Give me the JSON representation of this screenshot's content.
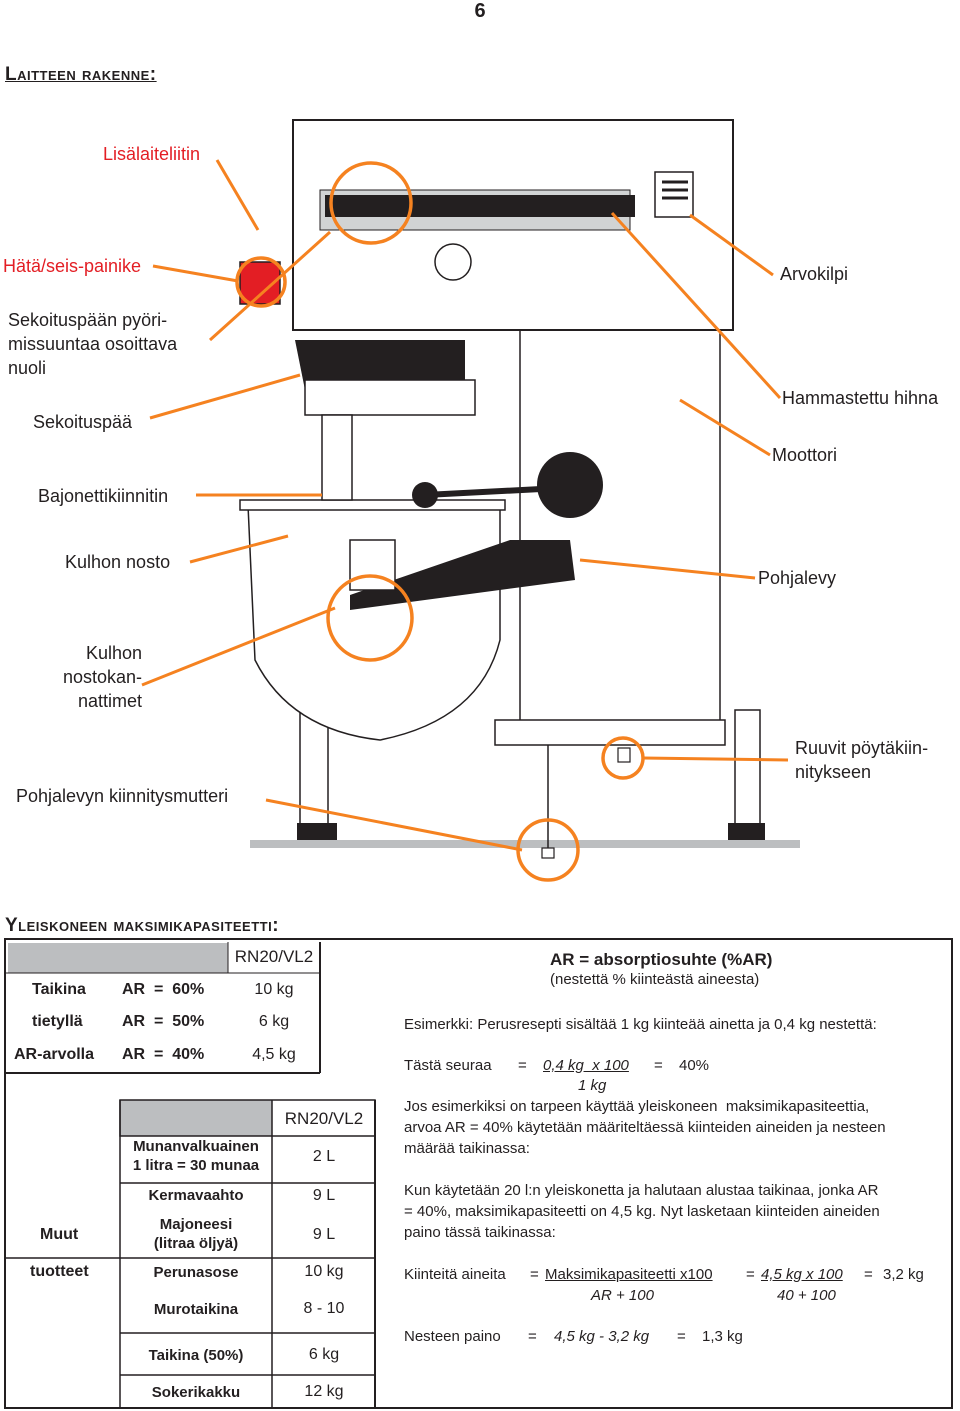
{
  "page_number": "6",
  "section1_title": "Laitteen rakenne:",
  "labels": {
    "lisalaiteliitin": "Lisälaiteliitin",
    "hata": "Hätä/seis-painike",
    "nuoli_1": "Sekoituspään pyöri-",
    "nuoli_2": "missuuntaa osoittava",
    "nuoli_3": "nuoli",
    "sekoituspaa": "Sekoituspää",
    "bajonetti": "Bajonettikiinnitin",
    "kulhon_nosto": "Kulhon nosto",
    "nostokannattimet_1": "Kulhon",
    "nostokannattimet_2": "nostokan-",
    "nostokannattimet_3": "nattimet",
    "kiinnitysmutteri": "Pohjalevyn kiinnitysmutteri",
    "arvokilpi": "Arvokilpi",
    "hihna": "Hammastettu hihna",
    "moottori": "Moottori",
    "pohjalevy": "Pohjalevy",
    "ruuvit_1": "Ruuvit pöytäkiin-",
    "ruuvit_2": "nitykseen"
  },
  "section2_title": "Yleiskoneen maksimikapasiteetti:",
  "table1": {
    "header": "RN20/VL2",
    "row_labels": [
      "Taikina",
      "tietyllä",
      "AR-arvolla"
    ],
    "ar_values": [
      "AR  =  60%",
      "AR  =  50%",
      "AR  =  40%"
    ],
    "capacities": [
      "10 kg",
      "6 kg",
      "4,5 kg"
    ]
  },
  "table2": {
    "header": "RN20/VL2",
    "group_label_1": "Muut",
    "group_label_2": "tuotteet",
    "rows": [
      {
        "product_1": "Munanvalkuainen",
        "product_2": "1 litra = 30 munaa",
        "value": "2 L"
      },
      {
        "product_1": "Kermavaahto",
        "product_2": "",
        "value": "9 L"
      },
      {
        "product_1": "Majoneesi",
        "product_2": "(litraa öljyä)",
        "value": "9 L"
      },
      {
        "product_1": "Perunasose",
        "product_2": "",
        "value": "10 kg"
      },
      {
        "product_1": "Murotaikina",
        "product_2": "",
        "value": "8 - 10"
      },
      {
        "product_1": "Taikina (50%)",
        "product_2": "",
        "value": "6 kg"
      },
      {
        "product_1": "Sokerikakku",
        "product_2": "",
        "value": "12 kg"
      }
    ]
  },
  "info": {
    "ar_def": "AR = absorptiosuhte (%AR)",
    "ar_sub": "(nestettä % kiinteästä aineesta)",
    "example": "Esimerkki: Perusresepti sisältää 1 kg kiinteää ainetta ja 0,4 kg nestettä:",
    "result_label": "Tästä seuraa",
    "eq": "=",
    "numerator": "0,4 kg  x 100",
    "result": "40%",
    "denominator": "1 kg",
    "para1_1": "Jos esimerkiksi on tarpeen käyttää yleiskoneen  maksimikapasiteettia,",
    "para1_2": "arvoa AR = 40% käytetään määriteltäessä kiinteiden aineiden ja nesteen",
    "para1_3": "määrää taikinassa:",
    "para2_1": "Kun käytetään 20 l:n yleiskonetta ja halutaan alustaa taikinaa, jonka AR",
    "para2_2": "= 40%, maksimikapasiteetti on 4,5 kg. Nyt lasketaan kiinteiden aineiden",
    "para2_3": "paino tässä taikinassa:",
    "solids_label": "Kiinteitä aineita",
    "solids_num1": "Maksimikapasiteetti x100",
    "solids_num2": "4,5 kg x 100",
    "solids_result": "3,2 kg",
    "solids_den1": "AR + 100",
    "solids_den2": "40 + 100",
    "liquid_label": "Nesteen paino",
    "liquid_expr": "4,5 kg - 3,2 kg",
    "liquid_result": "1,3 kg"
  }
}
